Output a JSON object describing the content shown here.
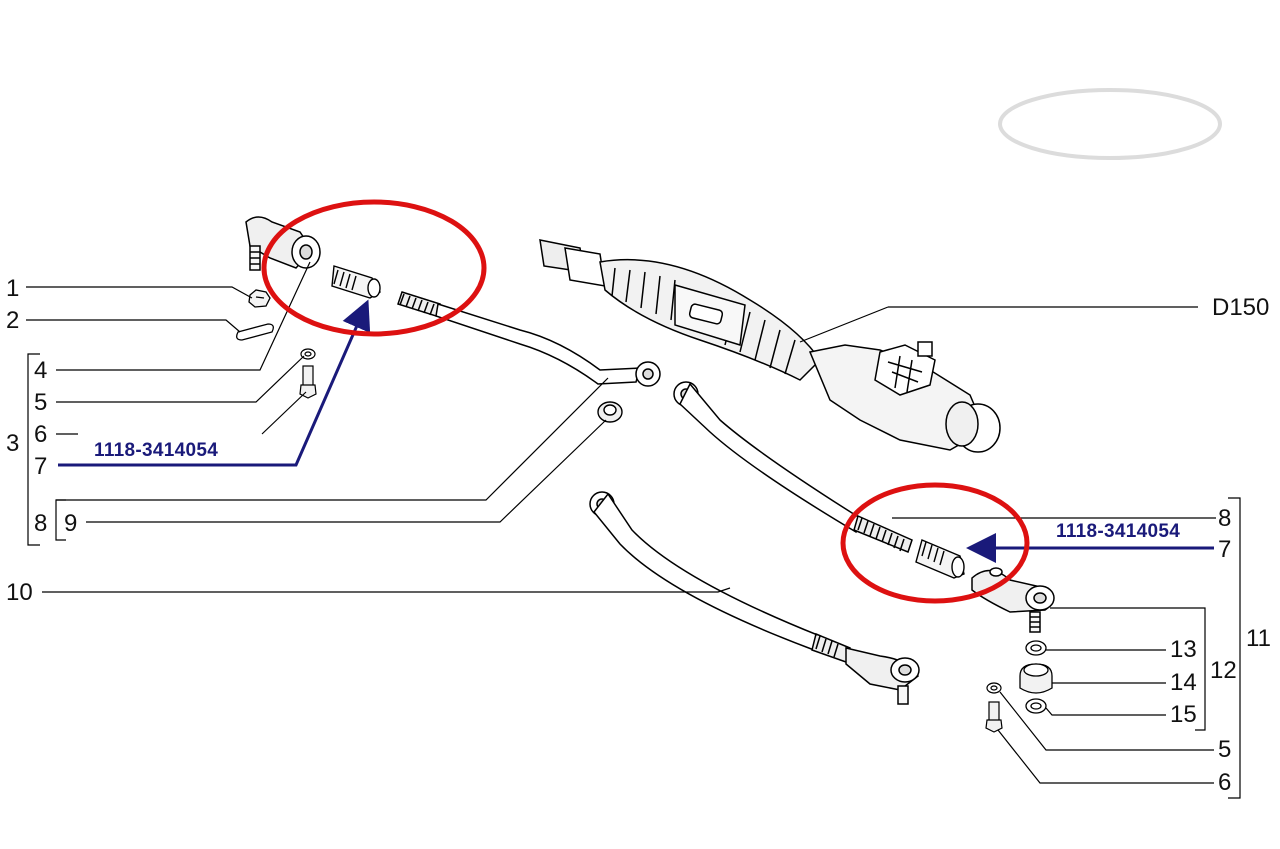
{
  "callouts": {
    "n1": "1",
    "n2": "2",
    "n3": "3",
    "n4": "4",
    "n5": "5",
    "n6": "6",
    "n7": "7",
    "n8": "8",
    "n9": "9",
    "n10": "10",
    "r8": "8",
    "r7": "7",
    "r11": "11",
    "r12": "12",
    "r13": "13",
    "r14": "14",
    "r15": "15",
    "r5": "5",
    "r6": "6"
  },
  "part_numbers": {
    "left": "1118-3414054",
    "right": "1118-3414054"
  },
  "reference": "D150",
  "colors": {
    "highlight_circle": "#dd1111",
    "part_number_text": "#1a1a7a",
    "arrow": "#1a1a7a",
    "line": "#000000",
    "top_ellipse": "#dddddd"
  }
}
